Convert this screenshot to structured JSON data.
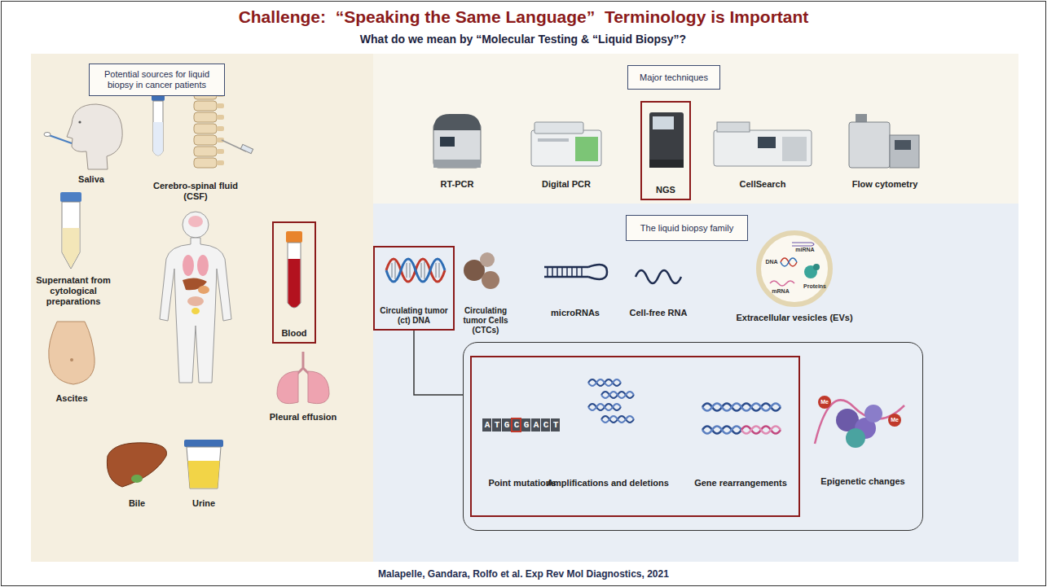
{
  "diagram": {
    "title": "Challenge:  “Speaking the Same Language”  Terminology is Important",
    "caption": "Malapelle, Gandara, Rolfo et al. Exp Rev Mol Diagnostics, 2021",
    "nodes": [
      {
        "text": [
          "Potential sources for liquid biopsy in cancer patients"
        ]
      },
      {
        "text": [
          "Blood"
        ]
      },
      {
        "text": [
          "Major techniques"
        ]
      },
      {
        "text": [
          "NGS"
        ]
      },
      {
        "text": [
          "The liquid biopsy family"
        ]
      },
      {
        "text": [
          "Circulating tumor (ct) DNA"
        ]
      },
      {
        "text": [
          "Epigenetic changes"
        ]
      },
      {
        "text": [
          "Point mutations",
          "Amplifications and deletions",
          "Gene rearrangements"
        ],
        "in": 6
      }
    ],
    "edges": [
      {
        "from": 5,
        "to": 6,
        "arrow": "none"
      }
    ],
    "labels": [
      "What do we mean by “Molecular Testing & “Liquid Biopsy”?",
      "Saliva",
      "Cerebro-spinal fluid (CSF)",
      "Supernatant from cytological preparations",
      "Ascites",
      "Pleural effusion",
      "Bile",
      "Urine",
      "RT-PCR",
      "Digital PCR",
      "CellSearch",
      "Flow cytometry",
      "Circulating tumor Cells (CTCs)",
      "microRNAs",
      "Cell-free RNA",
      "Extracellular vesicles (EVs)",
      "miRNA",
      "DNA",
      "Proteins",
      "mRNA",
      "ATGCGACT",
      "Me",
      "Me"
    ]
  }
}
